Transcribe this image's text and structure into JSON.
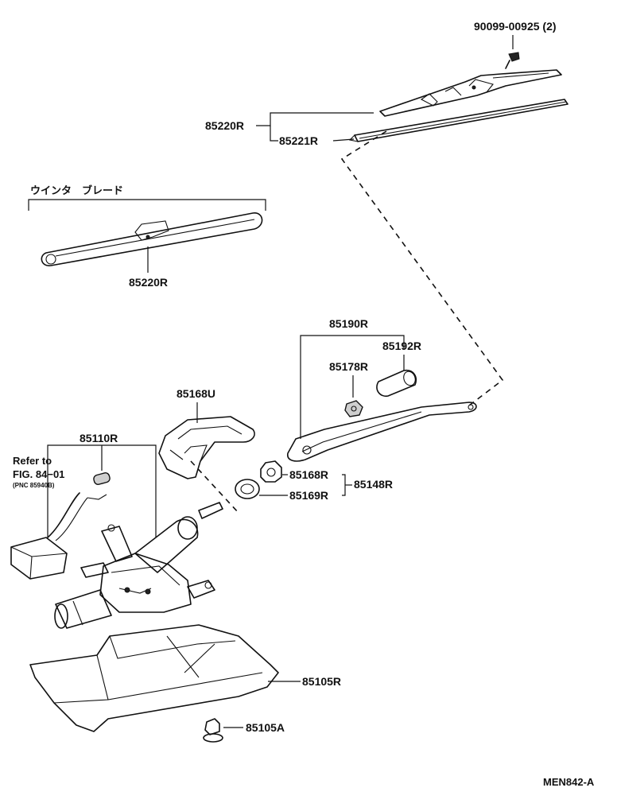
{
  "labels": {
    "bolt": "90099-00925 (2)",
    "blade_assy": "85220R",
    "blade_rubber": "85221R",
    "winter_title": "ウインタ　ブレード",
    "winter_blade": "85220R",
    "arm_assy": "85190R",
    "cap": "85192R",
    "nut": "85178R",
    "cover": "85168U",
    "motor_assy": "85110R",
    "refer_1": "Refer to",
    "refer_2": "FIG. 84−01",
    "refer_3": "(PNC 85940B)",
    "washer": "85168R",
    "seal": "85169R",
    "set": "85148R",
    "bracket": "85105R",
    "grommet": "85105A",
    "fig_code": "MEN842-A"
  }
}
